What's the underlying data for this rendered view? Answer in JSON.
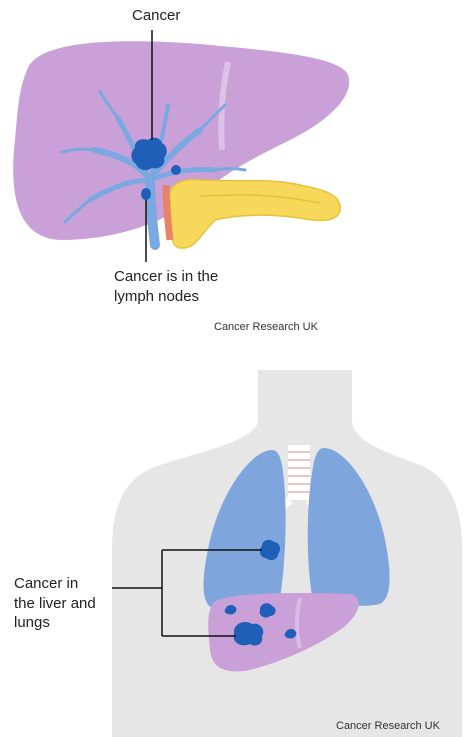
{
  "top_diagram": {
    "label_cancer": "Cancer",
    "label_lymph_line1": "Cancer is in the",
    "label_lymph_line2": "lymph nodes",
    "credit": "Cancer Research UK"
  },
  "bottom_diagram": {
    "label_line1": "Cancer in",
    "label_line2": "the liver and",
    "label_line3": "lungs",
    "credit": "Cancer Research UK"
  },
  "colors": {
    "liver": "#c9a0d8",
    "liver_dark": "#b688c8",
    "vessel_blue": "#7aa8e0",
    "tumour": "#1f5fb8",
    "artery": "#e8836a",
    "pancreas": "#f7d85a",
    "body_grey": "#e6e6e6",
    "lung": "#7ea6dc"
  }
}
